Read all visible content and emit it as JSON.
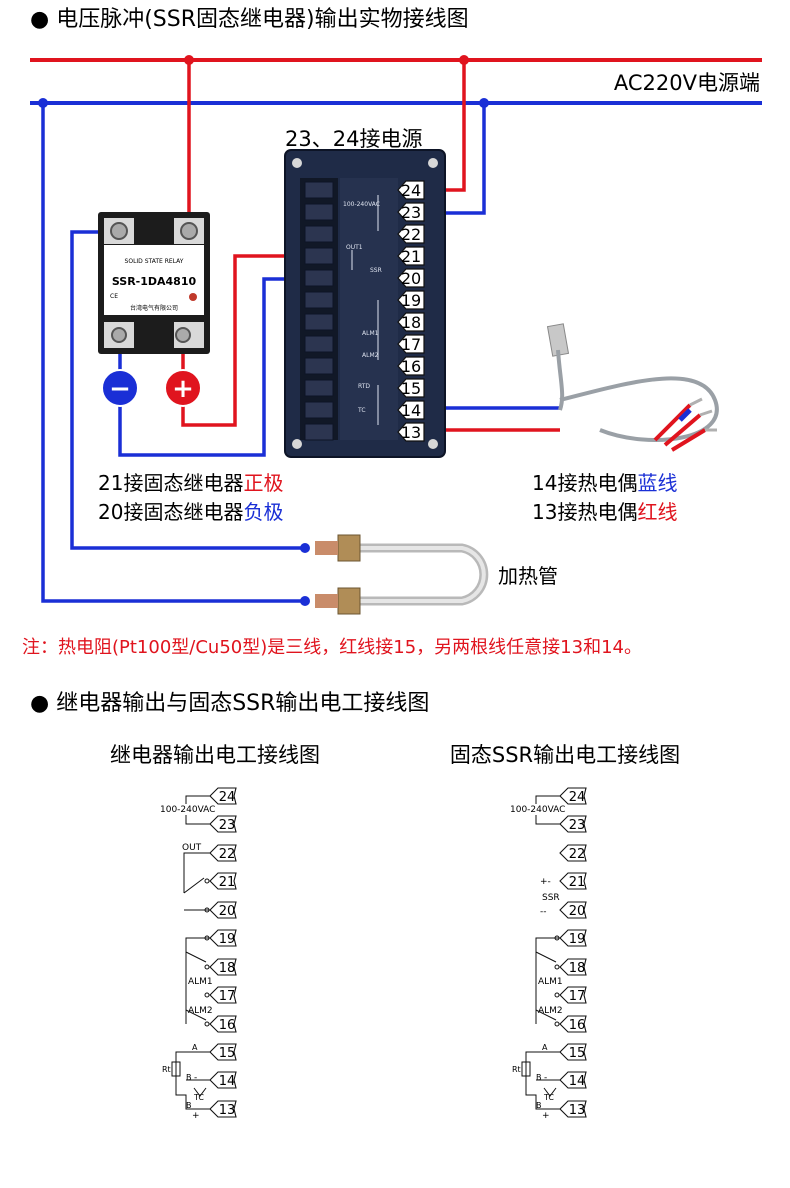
{
  "section1": {
    "title": "● 电压脉冲(SSR固态继电器)输出实物接线图",
    "ac_label": "AC220V电源端",
    "power_label": "23、24接电源",
    "ssr_brand": "SOLID STATE RELAY",
    "ssr_model": "SSR-1DA4810",
    "ssr_maker": "台湾电气有限公司",
    "ssr_ce": "CE",
    "ssr_minus": "−",
    "ssr_plus": "+",
    "note_ssr_line1_a": "21接固态继电器",
    "note_ssr_line1_b": "正极",
    "note_ssr_line2_a": "20接固态继电器",
    "note_ssr_line2_b": "负极",
    "note_tc_line1_a": "14接热电偶",
    "note_tc_line1_b": "蓝线",
    "note_tc_line2_a": "13接热电偶",
    "note_tc_line2_b": "红线",
    "heater_label": "加热管",
    "terminals": [
      "24",
      "23",
      "22",
      "21",
      "20",
      "19",
      "18",
      "17",
      "16",
      "15",
      "14",
      "13"
    ],
    "panel_labels": {
      "vac": "100-240VAC",
      "out1": "OUT1",
      "ssr": "SSR",
      "alm1": "ALM1",
      "alm2": "ALM2",
      "rtd": "RTD",
      "tc": "TC"
    }
  },
  "note": "注：热电阻(Pt100型/Cu50型)是三线，红线接15，另两根线任意接13和14。",
  "section2": {
    "title": "● 继电器输出与固态SSR输出电工接线图",
    "left_title": "继电器输出电工接线图",
    "right_title": "固态SSR输出电工接线图",
    "labels": {
      "vac": "100-240VAC",
      "out": "OUT",
      "ssr": "SSR",
      "alm1": "ALM1",
      "alm2": "ALM2",
      "a": "A",
      "b": "B",
      "rt": "Rt",
      "tc": "TC",
      "plus": "+",
      "minus": "-"
    }
  },
  "colors": {
    "red": "#e0141e",
    "blue": "#1a2fd6",
    "navy": "#1e2a44"
  }
}
